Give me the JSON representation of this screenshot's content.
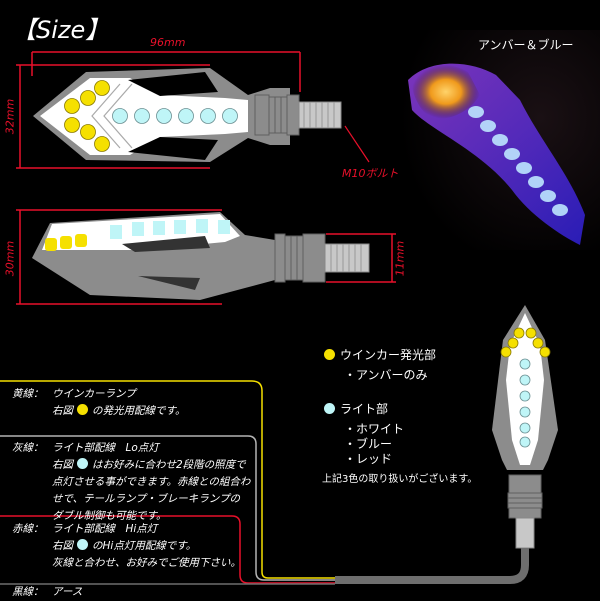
{
  "title": "【Size】",
  "dimensions": {
    "length": "96mm",
    "top_height": "32mm",
    "side_height": "30mm",
    "bolt_diameter": "11mm",
    "bolt_label": "M10ボルト"
  },
  "photo": {
    "label": "アンバー＆ブルー"
  },
  "colors": {
    "amber": "#f5e000",
    "light": "#bff5f7",
    "dimension_red": "#e8102a",
    "wire_yellow": "#f5e000",
    "wire_gray": "#b4b4b4",
    "wire_red": "#e8102a",
    "wire_black": "#6e6e6e",
    "body_gray": "#8c8c8c"
  },
  "legend": {
    "winker": {
      "label": "ウインカー発光部",
      "items": [
        "・アンバーのみ"
      ]
    },
    "light": {
      "label": "ライト部",
      "items": [
        "・ホワイト",
        "・ブルー",
        "・レッド"
      ]
    },
    "note": "上記3色の取り扱いがございます。"
  },
  "wires": [
    {
      "name": "黄線：",
      "title": "ウインカーランプ",
      "lines": [
        {
          "before": "右図",
          "dot": "amber",
          "after": "の発光用配線です。"
        }
      ]
    },
    {
      "name": "灰線：",
      "title": "ライト部配線　Lo点灯",
      "lines": [
        {
          "before": "右図",
          "dot": "light",
          "after": "はお好みに合わせ2段階の照度で"
        },
        {
          "text": "点灯させる事ができます。赤線との組合わ"
        },
        {
          "text": "せで、テールランプ・ブレーキランプの"
        },
        {
          "text": "ダブル制御も可能です。"
        }
      ]
    },
    {
      "name": "赤線：",
      "title": "ライト部配線　Hi点灯",
      "lines": [
        {
          "before": "右図",
          "dot": "light",
          "after": "のHi点灯用配線です。"
        },
        {
          "text": "灰線と合わせ、お好みでご使用下さい。"
        }
      ]
    },
    {
      "name": "黒線：",
      "title": "アース",
      "lines": []
    }
  ]
}
